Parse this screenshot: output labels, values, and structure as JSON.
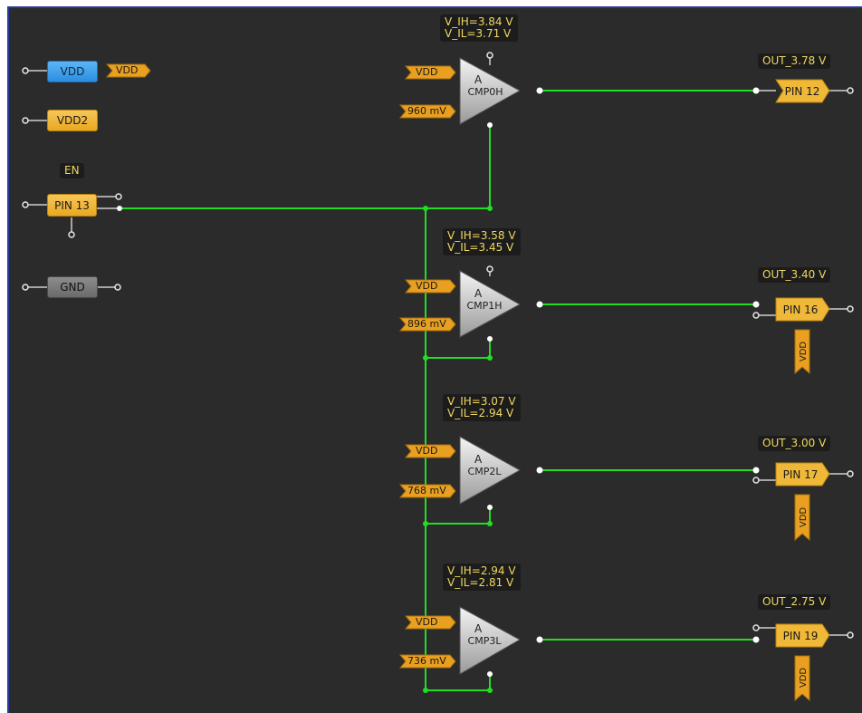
{
  "left_blocks": {
    "vdd": "VDD",
    "vdd_tag": "VDD",
    "vdd2": "VDD2",
    "en_label": "EN",
    "pin13": "PIN 13",
    "gnd": "GND"
  },
  "comparators": [
    {
      "name": "CMP0H",
      "type": "A",
      "vih": "V_IH=3.84 V",
      "vil": "V_IL=3.71 V",
      "vdd": "VDD",
      "vref": "960 mV",
      "out_label": "OUT_3.78 V",
      "pin": "PIN 12"
    },
    {
      "name": "CMP1H",
      "type": "A",
      "vih": "V_IH=3.58 V",
      "vil": "V_IL=3.45 V",
      "vdd": "VDD",
      "vref": "896 mV",
      "out_label": "OUT_3.40 V",
      "pin": "PIN 16",
      "pin_vdd": "VDD"
    },
    {
      "name": "CMP2L",
      "type": "A",
      "vih": "V_IH=3.07 V",
      "vil": "V_IL=2.94 V",
      "vdd": "VDD",
      "vref": "768 mV",
      "out_label": "OUT_3.00 V",
      "pin": "PIN 17",
      "pin_vdd": "VDD"
    },
    {
      "name": "CMP3L",
      "type": "A",
      "vih": "V_IH=2.94 V",
      "vil": "V_IL=2.81 V",
      "vdd": "VDD",
      "vref": "736 mV",
      "out_label": "OUT_2.75 V",
      "pin": "PIN 19",
      "pin_vdd": "VDD"
    }
  ],
  "colors": {
    "canvas": "#2b2b2b",
    "wire": "#22dd22",
    "block_yellow": "#f0b838",
    "block_blue": "#3aa0ec",
    "block_gray": "#7a7a7a",
    "label_text": "#f0d860"
  }
}
